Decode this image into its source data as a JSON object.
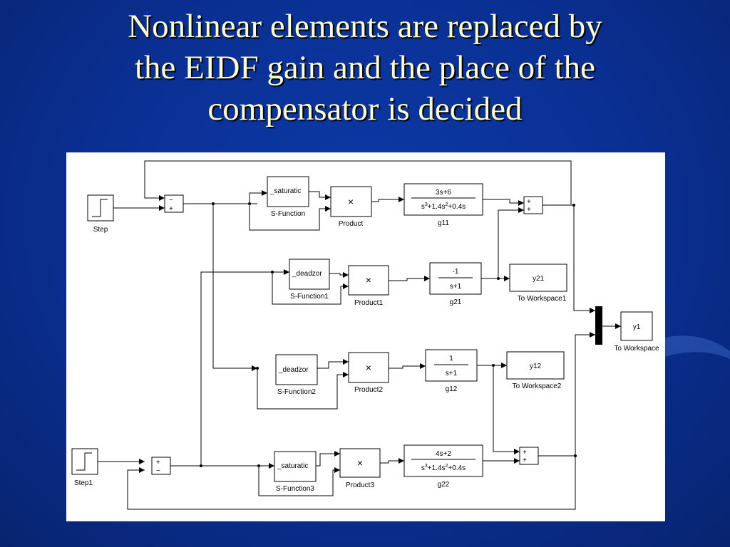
{
  "slide": {
    "title_lines": [
      "Nonlinear elements are replaced by",
      "the EIDF gain and the place of the",
      "compensator is decided"
    ]
  },
  "diagram": {
    "sources": [
      {
        "id": "step",
        "label": "Step"
      },
      {
        "id": "step1",
        "label": "Step1"
      }
    ],
    "sums": [
      {
        "id": "sum-top",
        "signs": [
          "−",
          "+"
        ]
      },
      {
        "id": "sum-bottom",
        "signs": [
          "+",
          "−"
        ]
      },
      {
        "id": "sum-out-top",
        "signs": [
          "+",
          "+"
        ]
      },
      {
        "id": "sum-out-bottom",
        "signs": [
          "+",
          "+"
        ]
      }
    ],
    "sfunctions": [
      {
        "id": "sf",
        "text": "_saturatic",
        "label": "S-Function"
      },
      {
        "id": "sf1",
        "text": "_deadzor",
        "label": "S-Function1"
      },
      {
        "id": "sf2",
        "text": "_deadzor",
        "label": "S-Function2"
      },
      {
        "id": "sf3",
        "text": "_saturatic",
        "label": "S-Function3"
      }
    ],
    "products": [
      {
        "id": "product",
        "label": "Product",
        "symbol": "×"
      },
      {
        "id": "product1",
        "label": "Product1",
        "symbol": "×"
      },
      {
        "id": "product2",
        "label": "Product2",
        "symbol": "×"
      },
      {
        "id": "product3",
        "label": "Product3",
        "symbol": "×"
      }
    ],
    "transfers": [
      {
        "id": "g11",
        "label": "g11",
        "num": "3s+6",
        "den": [
          "s",
          "3",
          "+1.4s",
          "2",
          "+0.4s"
        ]
      },
      {
        "id": "g21",
        "label": "g21",
        "num": "-1",
        "den": [
          "s+1"
        ]
      },
      {
        "id": "g12",
        "label": "g12",
        "num": "1",
        "den": [
          "s+1"
        ]
      },
      {
        "id": "g22",
        "label": "g22",
        "num": "4s+2",
        "den": [
          "s",
          "3",
          "+1.4s",
          "2",
          "+0.4s"
        ]
      }
    ],
    "workspaces": [
      {
        "id": "ws1",
        "text": "y21",
        "label": "To Workspace1"
      },
      {
        "id": "ws",
        "text": "y1",
        "label": "To Workspace"
      },
      {
        "id": "ws2",
        "text": "y12",
        "label": "To Workspace2"
      }
    ]
  }
}
